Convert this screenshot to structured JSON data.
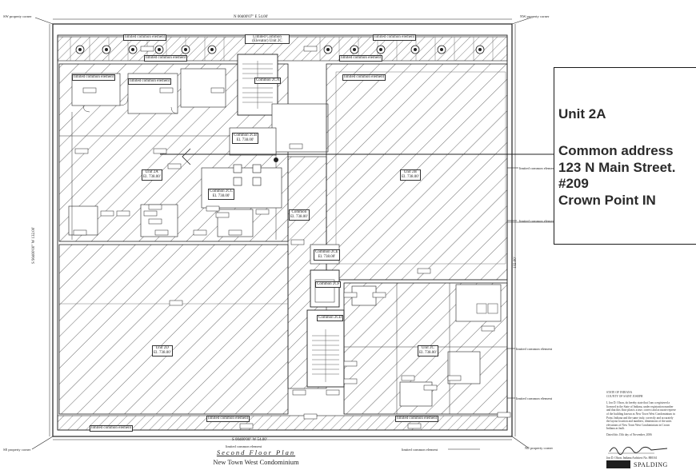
{
  "callout": {
    "unit_label": "Unit 2A",
    "address_lines": [
      "Common address",
      "123 N Main Street.",
      "#209",
      "Crown Point IN"
    ]
  },
  "corners": {
    "sw": "SW property corner",
    "nw": "NW property corner",
    "se": "SE property corner",
    "ne": "NE property corner"
  },
  "bearings": {
    "north": "N 00d00'07\" E   54.00'",
    "south": "S 00d00'00\" W   54.00'",
    "west": "S 90d00'00\" W   132.00'",
    "east": "132.00'"
  },
  "labels": {
    "lce": "limited common element",
    "lce_garage": "Limited Common (Elevator) Unit 2C"
  },
  "rooms": {
    "unit2a": {
      "name": "Unit 2A",
      "elev": "El. 738.00'"
    },
    "unit2b": {
      "name": "Unit 2B",
      "elev": "El. 738.00'"
    },
    "unit2c": {
      "name": "Unit 2C",
      "elev": "El. 738.00'"
    },
    "unit2d": {
      "name": "Unit 2D",
      "elev": "El. 738.00'"
    },
    "common2ca": {
      "name": "Common 2CA"
    },
    "common2cb": {
      "name": "Common 2CB",
      "elev": "El. 738.00'"
    },
    "common2cc": {
      "name": "Common 2CC",
      "elev": "El. 738.00'"
    },
    "common2ce": {
      "name": "Common 2CE",
      "elev": "El. 738.00'"
    },
    "common2cf": {
      "name": "Common 2CF"
    },
    "common2cd": {
      "name": "Common 2CD"
    },
    "common2c": {
      "name": "Common",
      "elev": "El. 738.00'"
    }
  },
  "plan_title": {
    "line1": "Second Floor Plan",
    "line2": "New Town West Condominium"
  },
  "certificate": {
    "state": "STATE OF INDIANA",
    "county": "COUNTY OF SAINT JOSEPH",
    "body": [
      "I, Jon D. Olson, do hereby state that I am a registered a",
      "licensed in the State of Indiana, under registration number",
      "and that this floor plan is a true, correct and accurate represe",
      "of the building known as New Town West Condominium in",
      "Point, Indiana and the same truly, correctly and accurately",
      "the layout location and numbers, dimensions of the units",
      "elevations of New Town West Condominium in Crown",
      "Indiana as built."
    ],
    "dated": "Dated this 15th day of November, 2006",
    "signer": "Jon D. Olson, Indiana Architect No. 880161"
  },
  "logo": {
    "brand": "SPALDING"
  }
}
